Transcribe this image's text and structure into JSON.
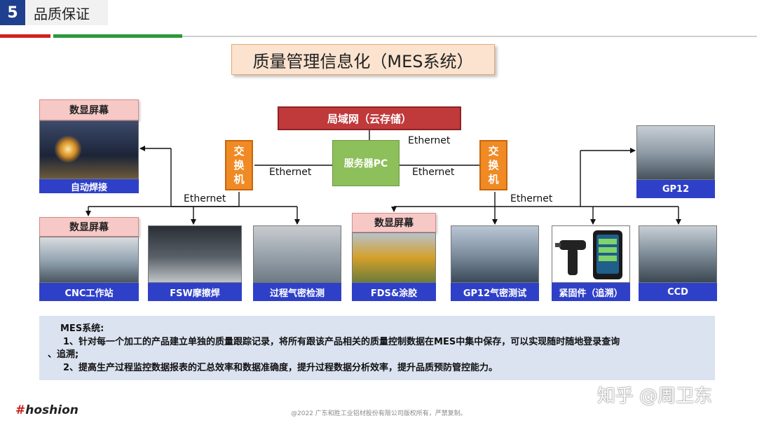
{
  "header": {
    "section_number": "5",
    "section_title": "品质保证"
  },
  "main_title": "质量管理信息化（MES系统）",
  "network": {
    "lan": "局域网（云存储）",
    "server": "服务器PC",
    "switch_label": [
      "交",
      "换",
      "机"
    ],
    "ethernet": "Ethernet"
  },
  "stations": {
    "weld": {
      "tag": "数显屏幕",
      "caption": "自动焊接"
    },
    "cnc": {
      "tag": "数显屏幕",
      "caption": "CNC工作站"
    },
    "fsw": {
      "caption": "FSW摩擦焊"
    },
    "air_test": {
      "caption": "过程气密检测"
    },
    "fds": {
      "tag": "数显屏幕",
      "caption": "FDS&涂胶"
    },
    "gp12_air": {
      "caption": "GP12气密测试"
    },
    "fastener": {
      "caption": "紧固件（追溯）"
    },
    "ccd": {
      "caption": "CCD"
    },
    "gp12": {
      "caption": "GP12"
    }
  },
  "notes": {
    "title": "MES系统:",
    "line1": "1、针对每一个加工的产品建立单独的质量跟踪记录，将所有跟该产品相关的质量控制数据在MES中集中保存，可以实现随时随地登录查询",
    "line1_cont": "、追溯;",
    "line2": "2、提高生产过程监控数据报表的汇总效率和数据准确度，提升过程数据分析效率，提升品质预防管控能力。"
  },
  "footer": {
    "logo_hash": "#",
    "logo_text": "hoshion",
    "copyright": "@2022 广东和胜工业铝材股份有限公司版权所有，严禁复制。",
    "watermark": "知乎 @周卫东"
  },
  "colors": {
    "section_blue": "#1f3f8f",
    "lan_red": "#c0393b",
    "server_green": "#8dbf5a",
    "switch_orange": "#f08a24",
    "caption_blue": "#2f40c8",
    "tag_pink": "#f6c9c7"
  }
}
